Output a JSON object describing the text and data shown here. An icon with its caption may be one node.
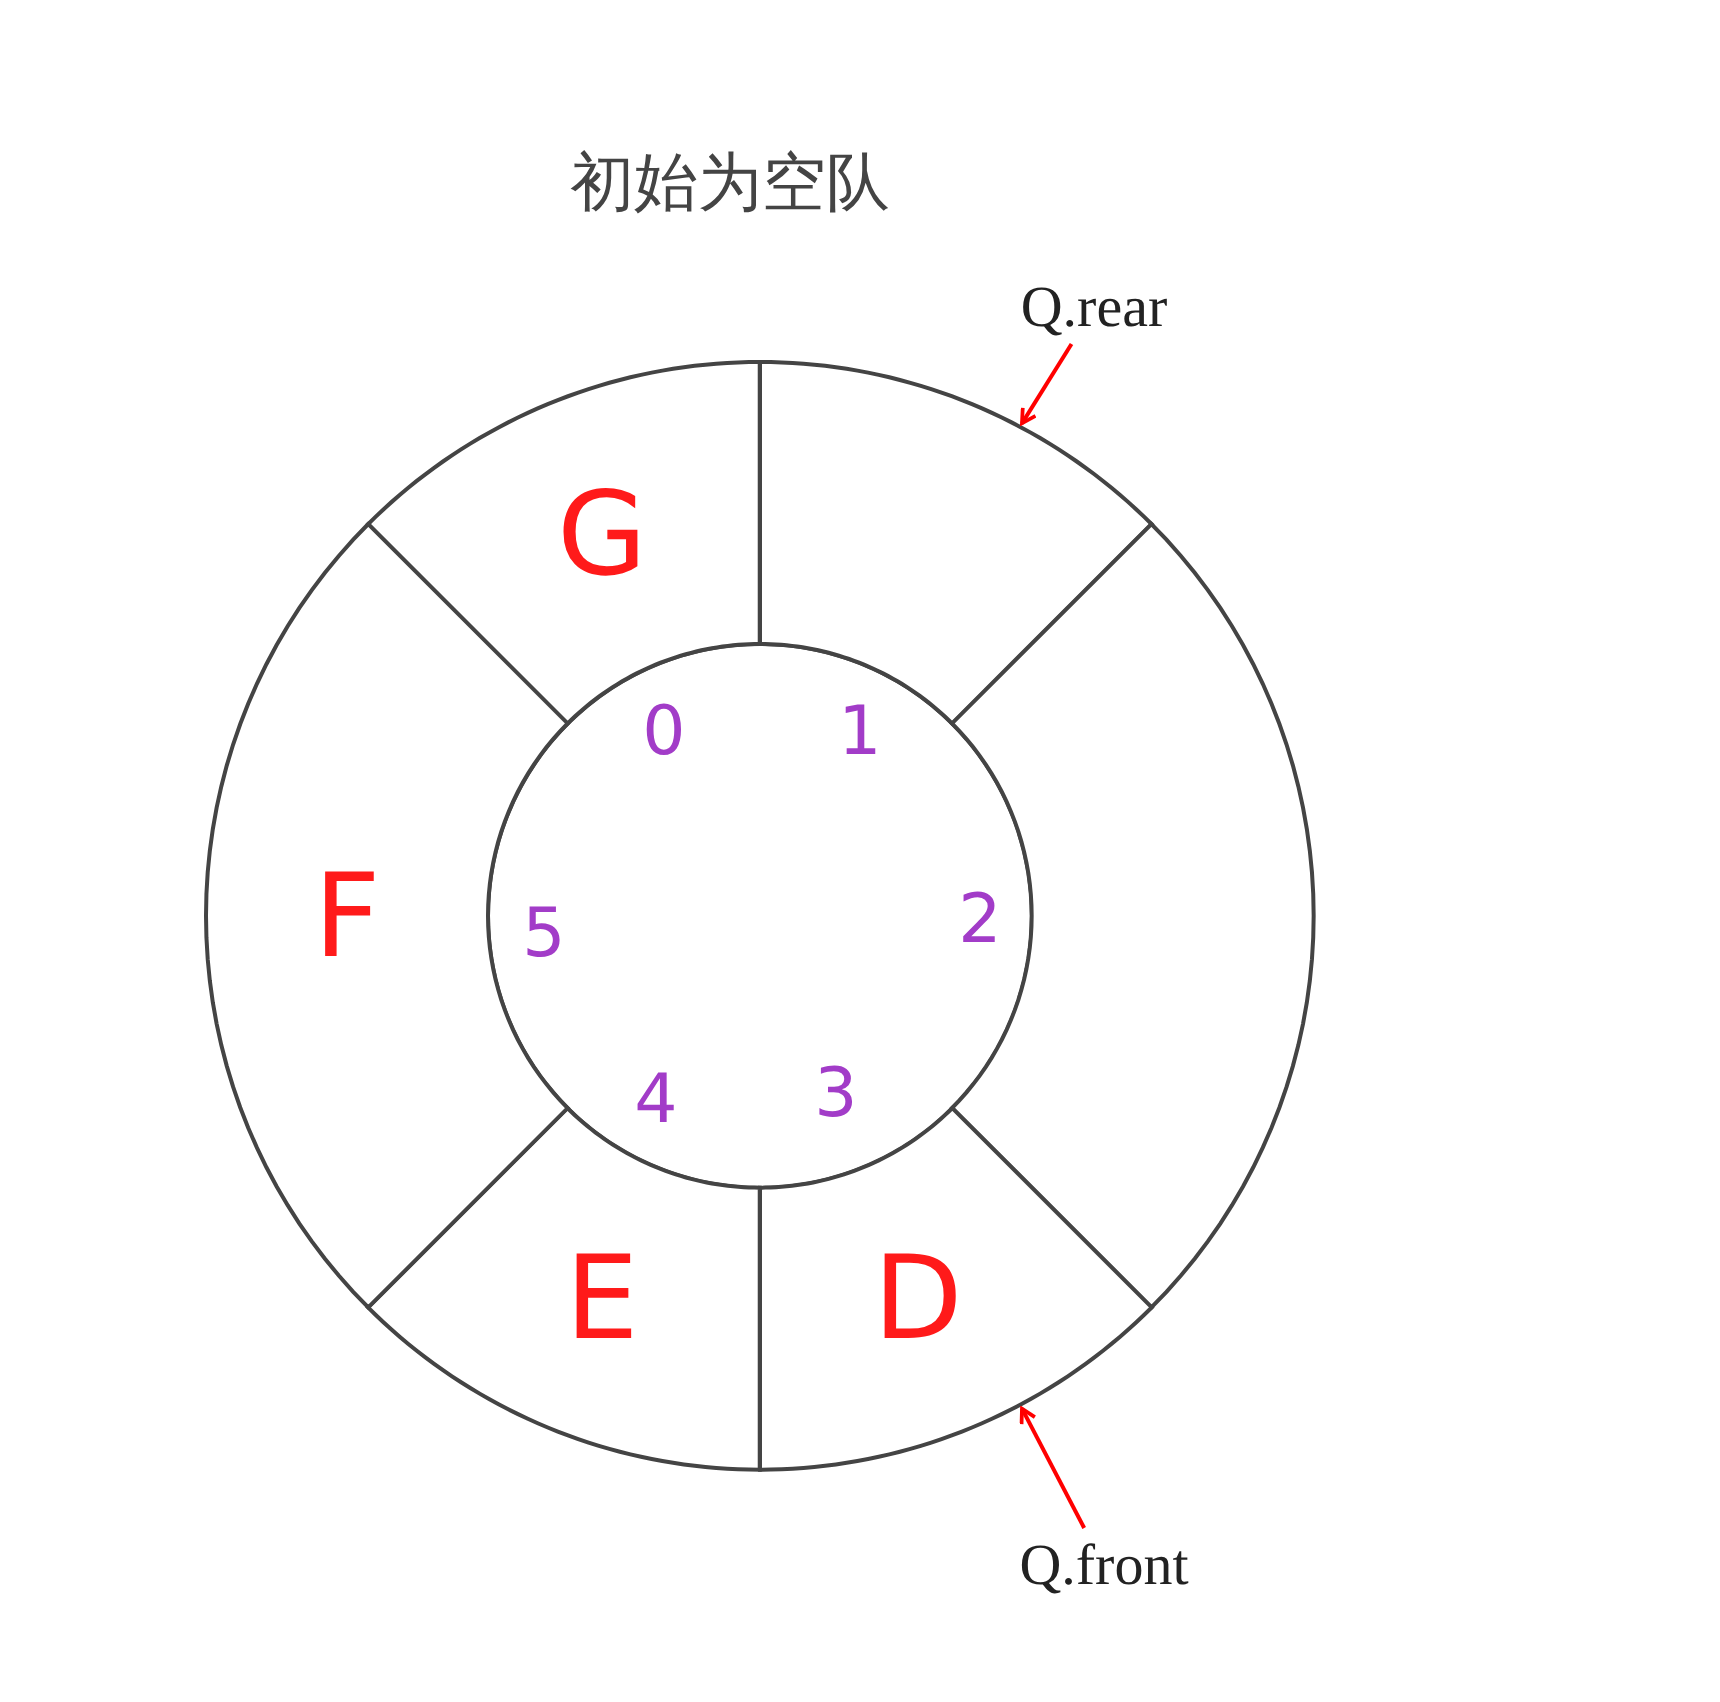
{
  "diagram": {
    "title": "初始为空队",
    "nodes": [
      {
        "text": [
          "G"
        ]
      },
      {
        "text": [],
        "shape": "sector"
      },
      {
        "text": [],
        "shape": "sector"
      },
      {
        "text": [
          "D"
        ]
      },
      {
        "text": [
          "E"
        ]
      },
      {
        "text": [
          "F"
        ]
      },
      {
        "text": [
          "Q.rear"
        ]
      },
      {
        "text": [
          "Q.front"
        ]
      }
    ],
    "edges": [
      {
        "from": 6,
        "to": 1,
        "arrow": "to",
        "color": "#ff0000"
      },
      {
        "from": 7,
        "to": 3,
        "arrow": "to",
        "color": "#ff0000"
      }
    ],
    "labels": [
      "0",
      "1",
      "5",
      "2",
      "4",
      "3"
    ]
  }
}
